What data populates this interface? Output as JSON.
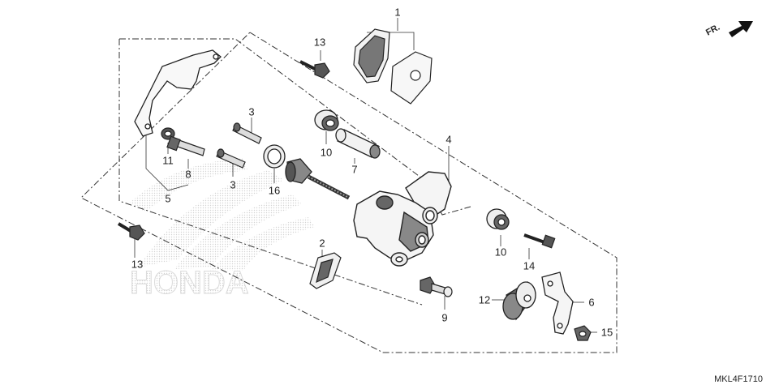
{
  "diagram_code": "MKL4F1710",
  "direction_label": "FR.",
  "watermark_text": "HONDA",
  "callouts": {
    "c1": "1",
    "c2": "2",
    "c3a": "3",
    "c3b": "3",
    "c4": "4",
    "c5": "5",
    "c6": "6",
    "c7": "7",
    "c8": "8",
    "c9": "9",
    "c10a": "10",
    "c10b": "10",
    "c11": "11",
    "c12": "12",
    "c13a": "13",
    "c13b": "13",
    "c14": "14",
    "c15": "15",
    "c16": "16"
  }
}
